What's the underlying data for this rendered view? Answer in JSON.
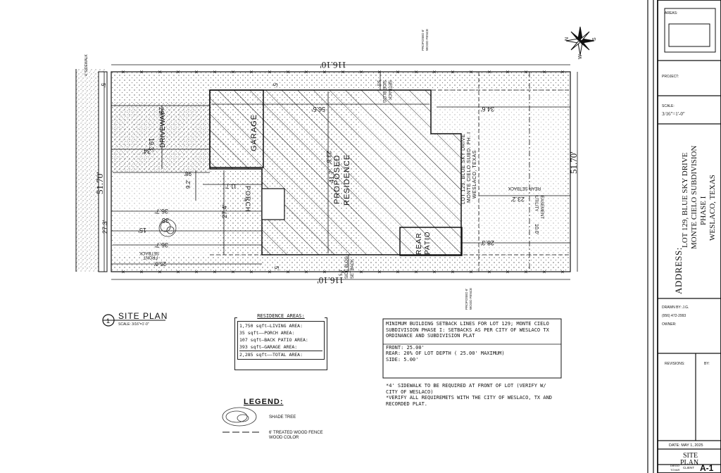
{
  "site": {
    "lot_width_top": "116.10'",
    "lot_width_bottom": "116.10'",
    "lot_depth_right": "51.70'",
    "lot_depth_left": "51.70'",
    "sidewalk_label": "4' SIDEWALK",
    "sidewalk_dim": "5'",
    "driveway_label": "DRIVEWAY",
    "driveway_len": "19.3'",
    "driveway_width": "34'",
    "dim_25": "25'",
    "dim_56_5": "56.5'",
    "dim_41_7": "41.7'",
    "dim_23_8": "23.8'",
    "dim_34_6": "34.6'",
    "dim_23_2": "23.2'",
    "dim_28_3": "28.3'",
    "dim_27_3": "27.3'",
    "dim_27_4": "27.4'",
    "dim_36_7a": "36.7'",
    "dim_36_7b": "36.7'",
    "dim_38": "38'",
    "dim_15": "15'",
    "dim_98": "98'",
    "dim_9_2": "9.2'",
    "dim_11_7": "11.7'",
    "dim_3": "3'",
    "dim_5_top": "5'",
    "dim_5_bottom": "5'",
    "dim_10": "10.0'",
    "dim_25_front": "25.0'",
    "garage": "GARAGE",
    "porch": "PORCH",
    "proposed": "PROPOSED",
    "residence": "RESIDENCE",
    "rear": "REAR",
    "patio": "PATIO",
    "lot_info": [
      "LOT 129, BLUE SKY DRIVE",
      "MONTE CIELO SUBD. PH. I",
      "WESLACO, TEXAS"
    ],
    "side_setback_top": [
      "5.0'",
      "SIDE BLDG",
      "SETBACK"
    ],
    "side_setback_bottom": [
      "5.0'",
      "SIDE BLDG",
      "SETBACK"
    ],
    "front_setback": [
      "FRONT",
      "SETBACK"
    ],
    "rear_setback": "REAR SETBACK",
    "utility_easement": [
      "UTILITY",
      "EASEMENT"
    ],
    "fence_top": [
      "PROPOSED 6'",
      "WOOD FENCE"
    ],
    "fence_bottom": [
      "PROPOSED 6'",
      "WOOD FENCE"
    ]
  },
  "title": {
    "circle_num": "1",
    "site_plan": "SITE PLAN",
    "scale": "SCALE: 3/16\"=1'-0\""
  },
  "residence_areas": {
    "heading": "RESIDENCE AREAS:",
    "rows": [
      "1,750 sqft—LIVING AREA:",
      "35 sqft——PORCH AREA:",
      "107 sqft—BACK PATIO AREA:",
      "393 sqft—GARAGE AREA:",
      "2,285 sqft——TOTAL AREA:"
    ]
  },
  "setback_notes": {
    "text": "MINIMUM BUILDING SETBACK LINES FOR LOT 129; MONTE CIELO SUBDIVISION PHASE I: SETBACKS AS PER CITY OF WESLACO TX ORDINANCE AND SUBDIVISION PLAT",
    "front": "FRONT: 25.00'",
    "rear": "REAR:   20% OF LOT DEPTH ( 25.00' MAXIMUM)",
    "side": "SIDE:   5.00'"
  },
  "notes": [
    "*4' SIDEWALK TO BE REQUIRED AT FRONT OF LOT (VERIFY W/ CITY OF WESLACO)",
    "*VERIFY ALL REQUIREMETS WITH THE CITY OF WESLACO, TX AND RECORDED PLAT."
  ],
  "legend": {
    "heading": "LEGEND:",
    "shade_tree": "SHADE TREE",
    "fence": [
      "6' TREATED WOOD FENCE",
      "WOOD COLOR"
    ]
  },
  "title_block": {
    "areas_label": "AREAS:",
    "project_label": "PROJECT:",
    "scale_label": "SCALE:",
    "scale_value": "3/16\"=1'-0\"",
    "address_label": "ADDRESS:",
    "address_lines": [
      "LOT 129, BLUE SKY DRIVE",
      "MONTE CIELO SUBDIVISION",
      "PHASE I",
      "WESLACO, TEXAS"
    ],
    "drawn_by": "DRAWN BY: J.G.",
    "phone": "(956) 472-2993",
    "owner_label": "OWNER:",
    "revisions_label": "REVISIONS:",
    "by_label": "BY:",
    "date": "DATE: MAY 1, 2025",
    "sheet_title": [
      "SITE",
      "PLAN"
    ],
    "client_label": "CLIENT",
    "designer": [
      "DIEGO",
      "TOVAR"
    ],
    "sheet_no": "A-1"
  },
  "north": {
    "n": "N",
    "s": "S",
    "w": "W"
  }
}
